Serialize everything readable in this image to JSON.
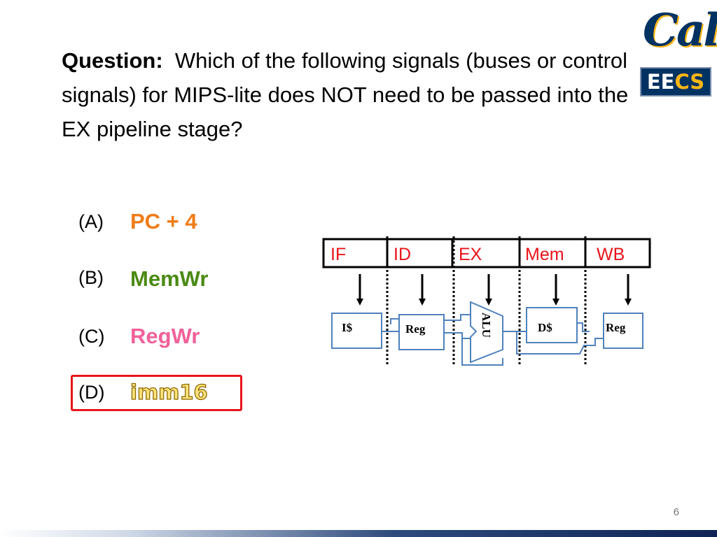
{
  "question": {
    "label": "Question:",
    "text": "Which of the following signals (buses or control signals) for MIPS-lite does NOT need to be passed into the EX pipeline stage?"
  },
  "logo": {
    "wordmark": "Cal",
    "sub_ee": "EE",
    "sub_cs": "CS",
    "colors": {
      "navy": "#003262",
      "gold": "#FDB515"
    }
  },
  "options": [
    {
      "letter": "(A)",
      "text": "PC + 4",
      "color": "#F07C17"
    },
    {
      "letter": "(B)",
      "text": "MemWr",
      "color": "#4A8A13"
    },
    {
      "letter": "(C)",
      "text": "RegWr",
      "color": "#F0619A"
    },
    {
      "letter": "(D)",
      "text": "imm16",
      "color": "#FFE37A"
    }
  ],
  "pipeline": {
    "stages": [
      "IF",
      "ID",
      "EX",
      "Mem",
      "WB"
    ],
    "units": [
      "I$",
      "Reg",
      "ALU",
      "D$",
      "Reg"
    ],
    "colors": {
      "stage_text": "#E8141B",
      "unit_border": "#4F81BD"
    }
  },
  "page_number": "6"
}
